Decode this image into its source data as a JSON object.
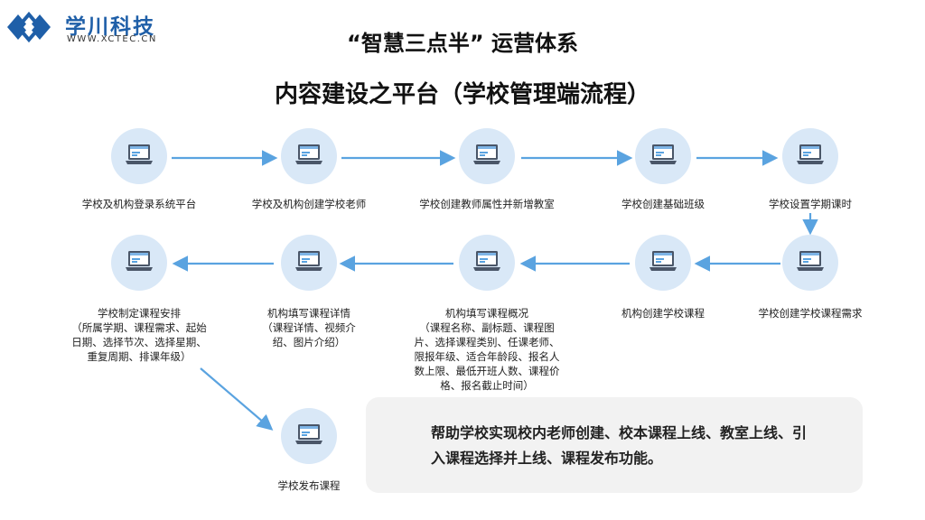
{
  "logo": {
    "name": "学川科技",
    "url": "WWW.XCTEC.CN"
  },
  "title": {
    "line1": "“智慧三点半” 运营体系",
    "line2": "内容建设之平台（学校管理端流程）"
  },
  "steps": [
    {
      "id": "s1",
      "label": "学校及机构登录系统平台"
    },
    {
      "id": "s2",
      "label": "学校及机构创建学校老师"
    },
    {
      "id": "s3",
      "label": "学校创建教师属性并新增教室"
    },
    {
      "id": "s4",
      "label": "学校创建基础班级"
    },
    {
      "id": "s5",
      "label": "学校设置学期课时"
    },
    {
      "id": "s6",
      "label": "学校创建学校课程需求"
    },
    {
      "id": "s7",
      "label": "机构创建学校课程"
    },
    {
      "id": "s8",
      "label": "机构填写课程概况\n（课程名称、副标题、课程图\n片、选择课程类别、任课老师、\n限报年级、适合年龄段、报名人\n数上限、最低开班人数、课程价\n格、报名截止时间）"
    },
    {
      "id": "s9",
      "label": "机构填写课程详情\n（课程详情、视频介\n绍、图片介绍）"
    },
    {
      "id": "s10",
      "label": "学校制定课程安排\n（所属学期、课程需求、起始\n日期、选择节次、选择星期、\n重复周期、排课年级）"
    },
    {
      "id": "s11",
      "label": "学校发布课程"
    }
  ],
  "summary": {
    "text": "帮助学校实现校内老师创建、校本课程上线、教室上线、引入课程选择并上线、课程发布功能。"
  },
  "colors": {
    "accent": "#5aa3e0",
    "icon_bg": "#d9e8f7",
    "brand": "#1f5fa8",
    "panel_bg": "#f2f2f2"
  },
  "icons": {
    "step_icon": "laptop-icon"
  }
}
